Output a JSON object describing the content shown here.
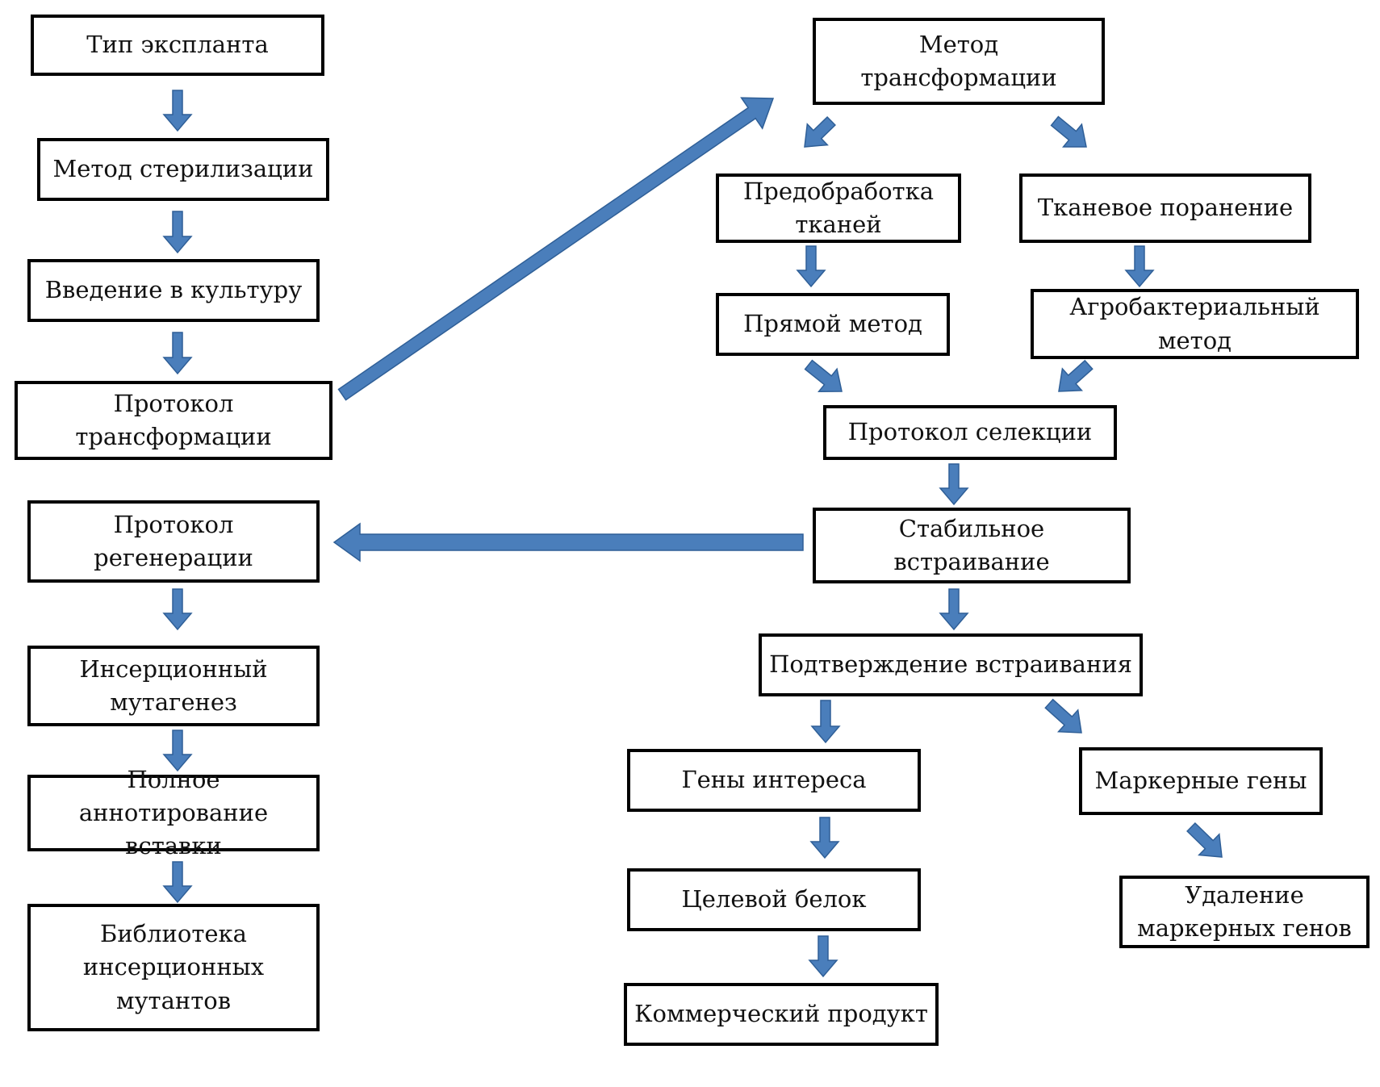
{
  "colors": {
    "arrow": "#4a7ebb",
    "arrow_outline": "#2f5f97",
    "box_border": "#000000"
  },
  "nodes": {
    "explant_type": "Тип экспланта",
    "sterilization_method": "Метод стерилизации",
    "culture_introduction": "Введение в культуру",
    "transformation_protocol": "Протокол\nтрансформации",
    "regeneration_protocol": "Протокол\nрегенерации",
    "insertional_mutagenesis": "Инсерционный\nмутагенез",
    "full_insert_annotation": "Полное аннотирование\nвставки",
    "mutant_library": "Библиотека\nинсерционных\nмутантов",
    "transformation_method": "Метод\nтрансформации",
    "tissue_pretreatment": "Предобработка\nтканей",
    "tissue_wounding": "Тканевое поранение",
    "direct_method": "Прямой метод",
    "agrobacterial_method": "Агробактериальный\nметод",
    "selection_protocol": "Протокол селекции",
    "stable_integration": "Стабильное\nвстраивание",
    "integration_confirmation": "Подтверждение встраивания",
    "genes_of_interest": "Гены интереса",
    "marker_genes": "Маркерные гены",
    "target_protein": "Целевой белок",
    "marker_gene_removal": "Удаление\nмаркерных генов",
    "commercial_product": "Коммерческий продукт"
  }
}
